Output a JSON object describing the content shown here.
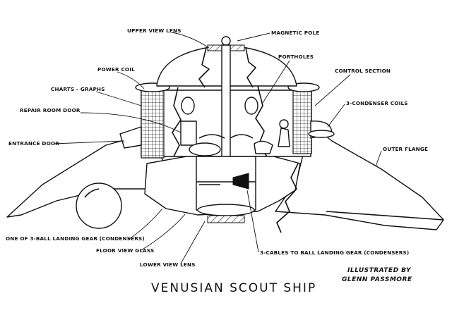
{
  "diagram": {
    "title": "VENUSIAN SCOUT SHIP",
    "credit_line1": "ILLUSTRATED BY",
    "credit_line2": "GLENN PASSMORE",
    "labels": [
      {
        "id": "upper-view-lens",
        "text": "UPPER VIEW LENS"
      },
      {
        "id": "magnetic-pole",
        "text": "MAGNETIC POLE"
      },
      {
        "id": "portholes",
        "text": "PORTHOLES"
      },
      {
        "id": "power-coil",
        "text": "POWER COIL"
      },
      {
        "id": "control-section",
        "text": "CONTROL SECTION"
      },
      {
        "id": "charts-graphs",
        "text": "CHARTS - GRAPHS"
      },
      {
        "id": "condenser-coils",
        "text": "3-CONDENSER COILS"
      },
      {
        "id": "repair-room-door",
        "text": "REPAIR ROOM DOOR"
      },
      {
        "id": "entrance-door",
        "text": "ENTRANCE DOOR"
      },
      {
        "id": "outer-flange",
        "text": "OUTER FLANGE"
      },
      {
        "id": "ball-landing-gear",
        "text": "ONE OF 3-BALL LANDING GEAR (CONDENSERS)"
      },
      {
        "id": "floor-view-glass",
        "text": "FLOOR VIEW GLASS"
      },
      {
        "id": "cables-landing-gear",
        "text": "3-CABLES TO BALL LANDING GEAR (CONDENSERS)"
      },
      {
        "id": "lower-view-lens",
        "text": "LOWER VIEW LENS"
      }
    ]
  }
}
